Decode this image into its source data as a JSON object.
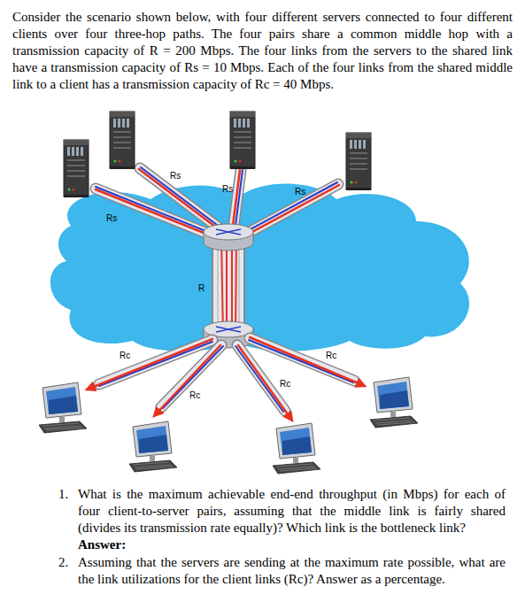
{
  "diagram": {
    "labels": [
      "Consider the scenario shown below, with four different servers connected to four different clients over four three-hop paths. The four pairs share a common middle hop with a transmission capacity of R = 200 Mbps. The four links from the servers to the shared link have a transmission capacity of Rs = 10 Mbps. Each of the four links from the shared middle link to a client has a transmission capacity of Rc = 40 Mbps.",
      "Rs",
      "Rs",
      "Rs",
      "Rs",
      "R",
      "Rc",
      "Rc",
      "Rc",
      "Rc",
      "1.",
      "What is the maximum achievable end-end throughput (in Mbps) for each of four client-to-server pairs, assuming that the middle link is fairly shared (divides its transmission rate equally)? Which link is the bottleneck link?",
      "Answer:",
      "2.",
      "Assuming that the servers are sending at the maximum rate possible, what are the link utilizations for the client links (Rc)? Answer as a percentage."
    ]
  }
}
